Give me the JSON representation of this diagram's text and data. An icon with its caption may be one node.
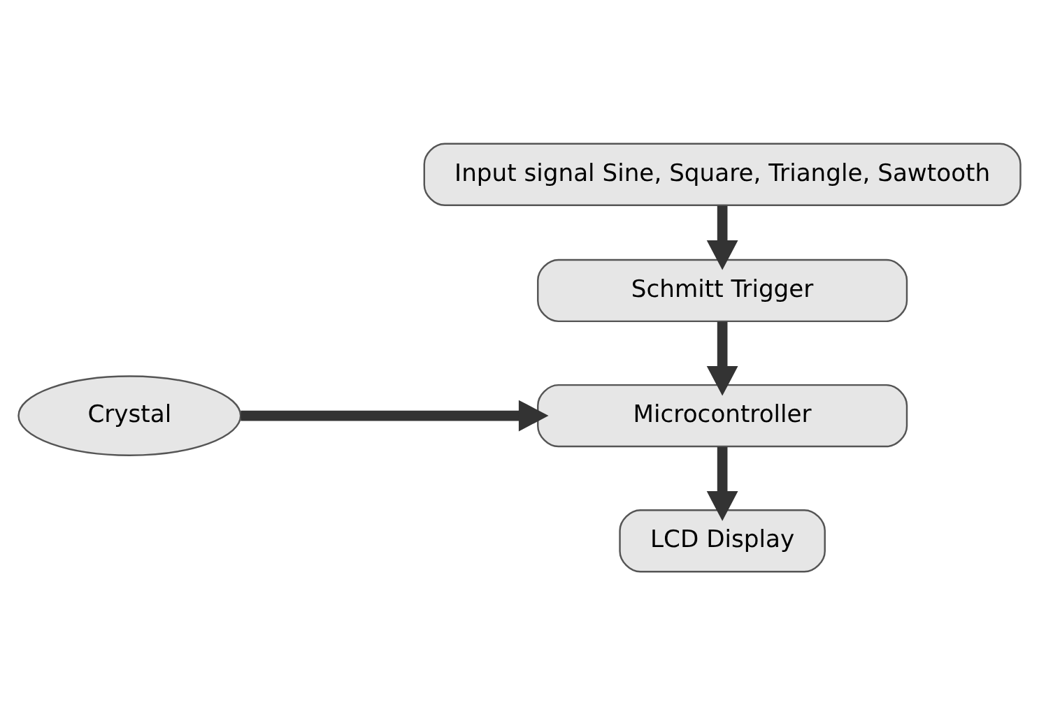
{
  "diagram": {
    "nodes": [
      {
        "text": [
          "Input signal Sine, Square, Triangle, Sawtooth"
        ]
      },
      {
        "text": [
          "Schmitt Trigger"
        ]
      },
      {
        "text": [
          "Crystal"
        ]
      },
      {
        "text": [
          "Microcontroller"
        ]
      },
      {
        "text": [
          "LCD Display"
        ]
      }
    ],
    "edges": [
      {
        "from": 0,
        "to": 1,
        "arrow": "to"
      },
      {
        "from": 1,
        "to": 3,
        "arrow": "to"
      },
      {
        "from": 2,
        "to": 3,
        "arrow": "to"
      },
      {
        "from": 3,
        "to": 4,
        "arrow": "to"
      }
    ]
  }
}
